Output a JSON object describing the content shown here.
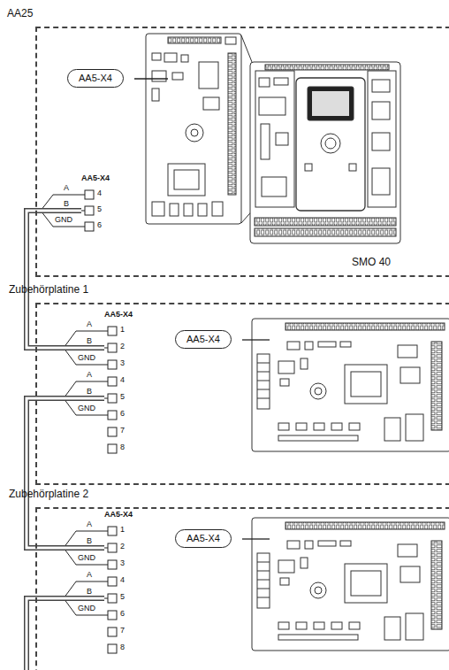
{
  "diagram": {
    "nodes": [
      {
        "text": [
          "AA25"
        ]
      },
      {
        "text": [
          "AA5-X4"
        ],
        "in": 0
      },
      {
        "text": [
          "AA5-X4"
        ],
        "in": 0
      },
      {
        "text": [
          "Zubehörplatine 1"
        ]
      },
      {
        "text": [
          "AA5-X4"
        ],
        "in": 3
      },
      {
        "text": [
          "AA5-X4"
        ],
        "in": 3
      },
      {
        "text": [
          "Zubehörplatine 2"
        ]
      },
      {
        "text": [
          "AA5-X4"
        ],
        "in": 6
      },
      {
        "text": [
          "AA5-X4"
        ],
        "in": 6
      }
    ],
    "edges": [
      {
        "from": 2,
        "to": 4,
        "arrow": "none"
      },
      {
        "from": 4,
        "to": 7,
        "arrow": "none"
      }
    ],
    "labels": [
      "A",
      "4",
      "B",
      "5",
      "GND",
      "6",
      "SMO 40",
      "A",
      "1",
      "B",
      "2",
      "GND",
      "3",
      "A",
      "4",
      "B",
      "5",
      "GND",
      "6",
      "7",
      "8",
      "A",
      "1",
      "B",
      "2",
      "GND",
      "3",
      "A",
      "4",
      "B",
      "5",
      "GND",
      "6",
      "7",
      "8"
    ]
  }
}
